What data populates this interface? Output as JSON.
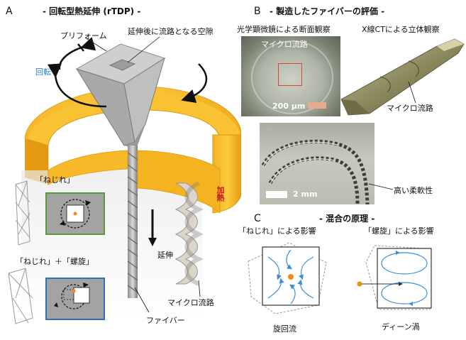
{
  "panelA": {
    "letter": "A",
    "title": "- 回転型熱延伸 (rTDP) -",
    "preform": "プリフォーム",
    "void": "延伸後に流路となる空隙",
    "rotation": "回転",
    "heating": "加熱",
    "draw": "延伸",
    "twist": "「ねじれ」",
    "twist_helix": "「ねじれ」＋「螺旋」",
    "microchannel": "マイクロ流路",
    "fiber": "ファイバー"
  },
  "panelB": {
    "letter": "B",
    "title": "- 製造したファイバーの評価 -",
    "optical": "光学顕微鏡による断面観察",
    "xct": "X線CTによる立体観察",
    "micro_in_photo": "マイクロ流路",
    "scale_200": "200 µm",
    "micro_ct": "マイクロ流路",
    "scale_2mm": "2 mm",
    "flexibility": "高い柔軟性"
  },
  "panelC": {
    "letter": "C",
    "title": "- 混合の原理 -",
    "twist_effect": "「ねじれ」による影響",
    "helix_effect": "「螺旋」による影響",
    "swirl": "旋回流",
    "dean": "ディーン渦"
  },
  "colors": {
    "heater": "#f5b520",
    "flow": "#3b8fd6",
    "particle": "#f08a1c",
    "green_frame": "#5a9a3a",
    "blue_frame": "#2f6fb5",
    "scale_bar": "#e8a98f"
  }
}
